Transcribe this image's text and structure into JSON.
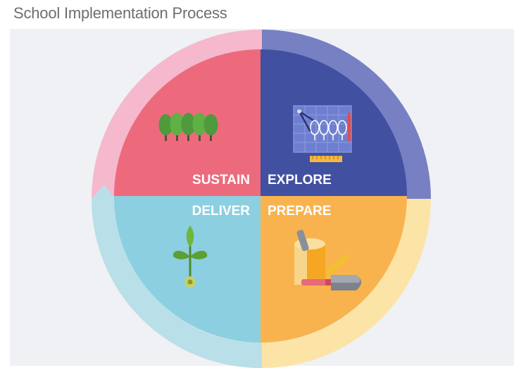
{
  "header": {
    "title": "School Implementation Process"
  },
  "quadrants": {
    "sustain": {
      "label": "SUSTAIN",
      "icon": "trees-icon",
      "color": "#ec6a7c",
      "arrow_color": "#f5b8cc"
    },
    "explore": {
      "label": "EXPLORE",
      "icon": "blueprint-icon",
      "color": "#4150a0",
      "arrow_color": "#7680c2"
    },
    "prepare": {
      "label": "PREPARE",
      "icon": "garden-tools-icon",
      "color": "#f9b34e",
      "arrow_color": "#fbe4a6"
    },
    "deliver": {
      "label": "DELIVER",
      "icon": "sprout-icon",
      "color": "#8ccfe0",
      "arrow_color": "#b9dfe8"
    }
  }
}
